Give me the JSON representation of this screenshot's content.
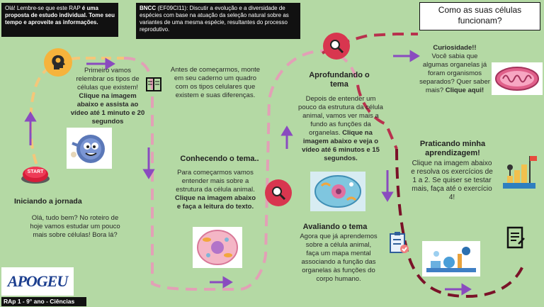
{
  "intro_box": {
    "text_plain": "Olá! Lembre-se que este RAP ",
    "text_bold": "é uma proposta de estudo individual. Tome seu tempo e aproveite as informações."
  },
  "bncc_box": {
    "code": "BNCC",
    "text": " (EF09CI11): Discutir a evolução e a diversidade de espécies com base na atuação da seleção natural sobre as variantes de uma mesma espécie, resultantes do processo reprodutivo."
  },
  "page_title": "Como as suas células funcionam?",
  "start_button_label": "START",
  "step_start": {
    "heading": "Iniciando a jornada",
    "body": "Olá, tudo bem? No roteiro de hoje vamos estudar um pouco mais sobre células! Bora lá?"
  },
  "step_first": {
    "body": "Primeiro vamos relembrar os tipos de células que existem!",
    "bold": "Clique na imagem abaixo e assista ao vídeo até 1 minuto e 20 segundos"
  },
  "step_notebook": {
    "body": "Antes de começarmos, monte em seu caderno um quadro com os tipos celulares que existem e suas diferenças."
  },
  "step_knowing": {
    "heading": "Conhecendo o tema..",
    "body": "Para começarmos vamos entender mais sobre a estrutura da célula animal.",
    "bold": "Clique na imagem abaixo e faça a leitura do texto."
  },
  "step_deepening": {
    "heading": "Aprofundando o tema",
    "body": "Depois de entender um pouco da estrutura da célula animal, vamos ver mais a fundo as funções da organelas.",
    "bold": "Clique na imagem abaixo e veja o vídeo até 6 minutos e 15 segundos."
  },
  "step_evaluating": {
    "heading": "Avaliando o tema",
    "body": "Agora que já aprendemos sobre a célula animal, faça um mapa mental associando a função das organelas às funções do corpo humano."
  },
  "curiosity": {
    "heading": "Curiosidade!!",
    "body": "Você sabia que algumas organelas já foram organismos separados? Quer saber mais?",
    "bold": "Clique aqui!"
  },
  "practice": {
    "heading": "Praticando minha aprendizagem!",
    "body": "Clique na imagem abaixo e resolva os exercícios de 1 a 2. Se quiser se testar mais, faça até o exercício 4!"
  },
  "logo_text": "APOGEU",
  "footer_label": "RAp 1 - 9° ano - Ciências",
  "colors": {
    "background": "#b4d9a4",
    "path_yellow": "#f4c77a",
    "path_pink": "#e2a0b6",
    "path_red": "#b8314d",
    "path_darkred": "#7a1228",
    "arrow_purple": "#8a4bbf"
  }
}
